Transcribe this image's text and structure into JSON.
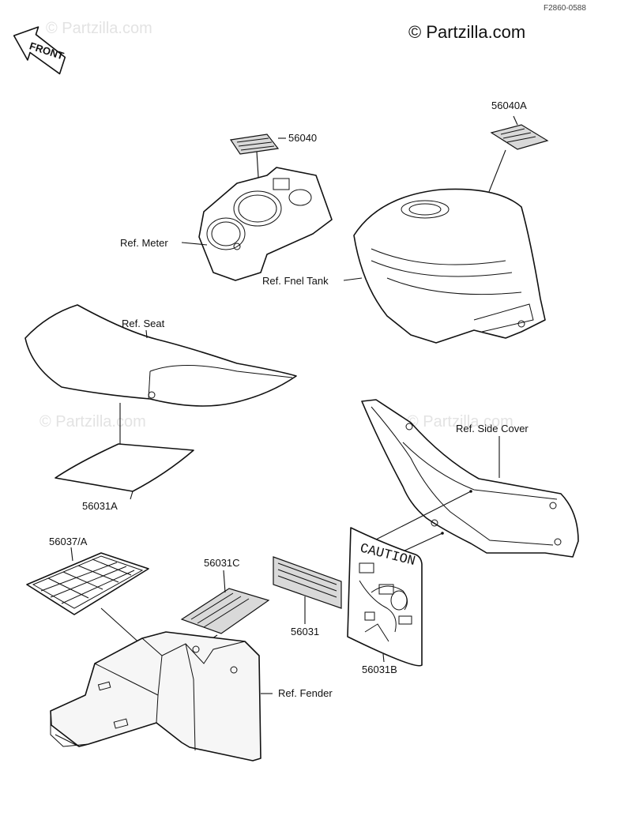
{
  "header": {
    "drawing_code": "F2860-0588",
    "copyright": "© Partzilla.com",
    "watermark": "© Partzilla.com",
    "front_label": "FRONT"
  },
  "callouts": {
    "p56040": "56040",
    "p56040a": "56040A",
    "ref_meter": "Ref. Meter",
    "ref_fuel_tank": "Ref. Fnel Tank",
    "ref_seat": "Ref. Seat",
    "ref_side_cover": "Ref. Side Cover",
    "p56031a": "56031A",
    "p56037a": "56037/A",
    "p56031c": "56031C",
    "p56031": "56031",
    "p56031b": "56031B",
    "ref_fender": "Ref. Fender"
  },
  "caution_label": {
    "heading": "CAUTION"
  }
}
